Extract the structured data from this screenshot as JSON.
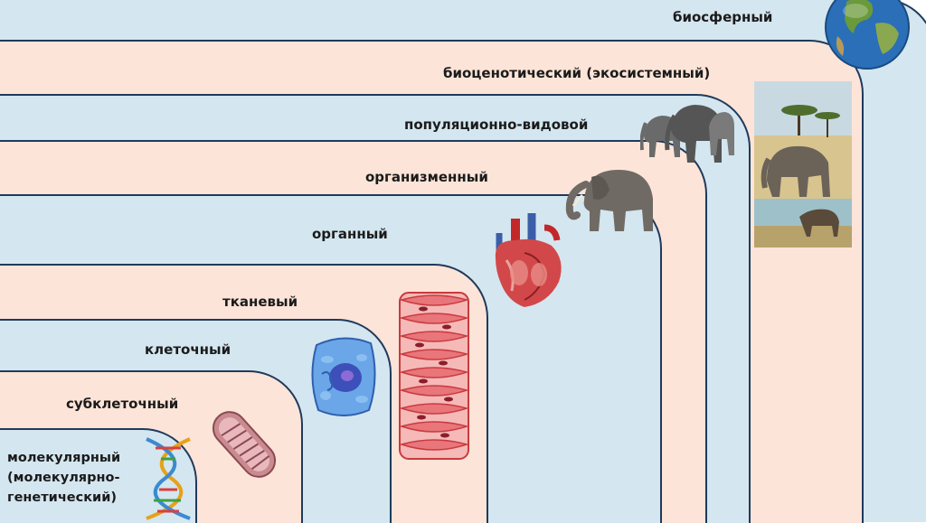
{
  "levels": {
    "biosphere": "биосферный",
    "biocenotic": "биоценотический (экосистемный)",
    "population": "популяционно-видовой",
    "organism": "организменный",
    "organ": "органный",
    "tissue": "тканевый",
    "cellular": "клеточный",
    "subcellular": "субклеточный",
    "molecular": "молекулярный\n(молекулярно-\nгенетический)"
  },
  "icons": {
    "biosphere": "earth-globe-icon",
    "biocenotic": "savanna-ecosystem-icon",
    "population": "elephant-herd-icon",
    "organism": "elephant-icon",
    "organ": "heart-icon",
    "tissue": "muscle-tissue-icon",
    "cellular": "cell-icon",
    "subcellular": "mitochondrion-icon",
    "molecular": "dna-helix-icon"
  },
  "colors": {
    "outline": "#1f3a5c",
    "blue_fill": "#d4e6ef",
    "peach_fill": "#fde4d8"
  }
}
